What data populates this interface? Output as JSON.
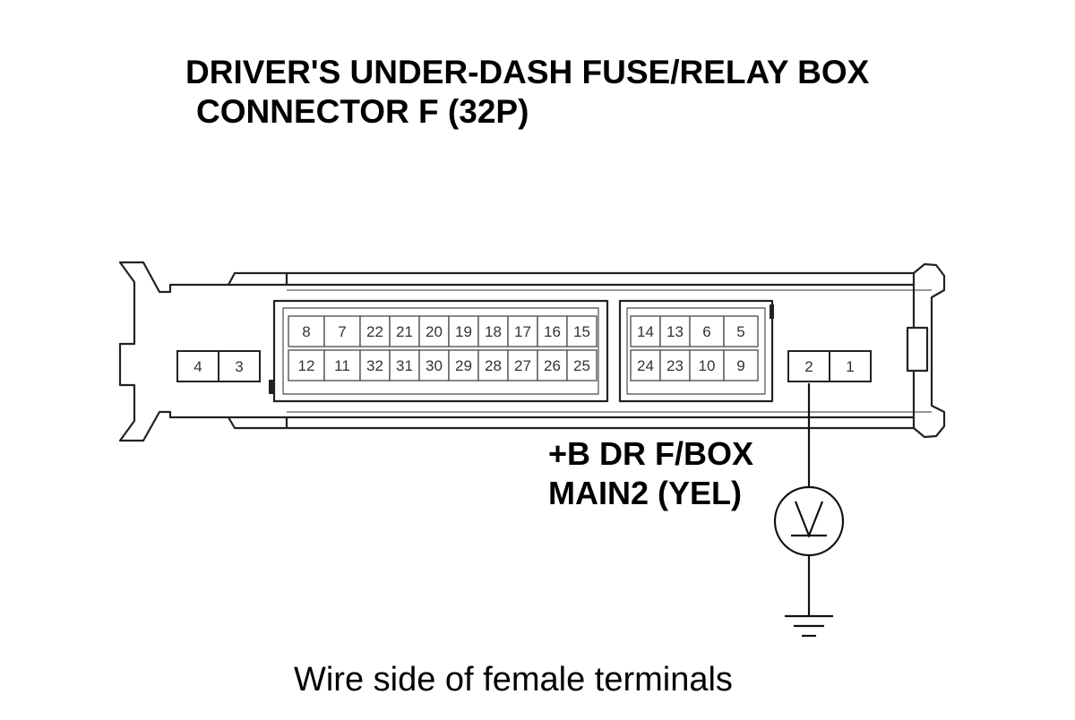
{
  "title": {
    "line1": "DRIVER'S UNDER-DASH FUSE/RELAY BOX",
    "line2": "CONNECTOR F (32P)"
  },
  "connector": {
    "pins": {
      "left_block": [
        "4",
        "3"
      ],
      "main_top": [
        "8",
        "7",
        "22",
        "21",
        "20",
        "19",
        "18",
        "17",
        "16",
        "15"
      ],
      "main_bottom": [
        "12",
        "11",
        "32",
        "31",
        "30",
        "29",
        "28",
        "27",
        "26",
        "25"
      ],
      "mid_top": [
        "14",
        "13",
        "6",
        "5"
      ],
      "mid_bottom": [
        "24",
        "23",
        "10",
        "9"
      ],
      "right_block": [
        "2",
        "1"
      ]
    },
    "probe_pin": "2"
  },
  "signal_label": {
    "line1": "+B DR F/BOX",
    "line2": "MAIN2 (YEL)"
  },
  "meter": {
    "type": "voltmeter",
    "symbol": "V",
    "icon": "voltmeter-icon"
  },
  "ground": {
    "icon": "ground-icon"
  },
  "caption": "Wire side of female terminals"
}
